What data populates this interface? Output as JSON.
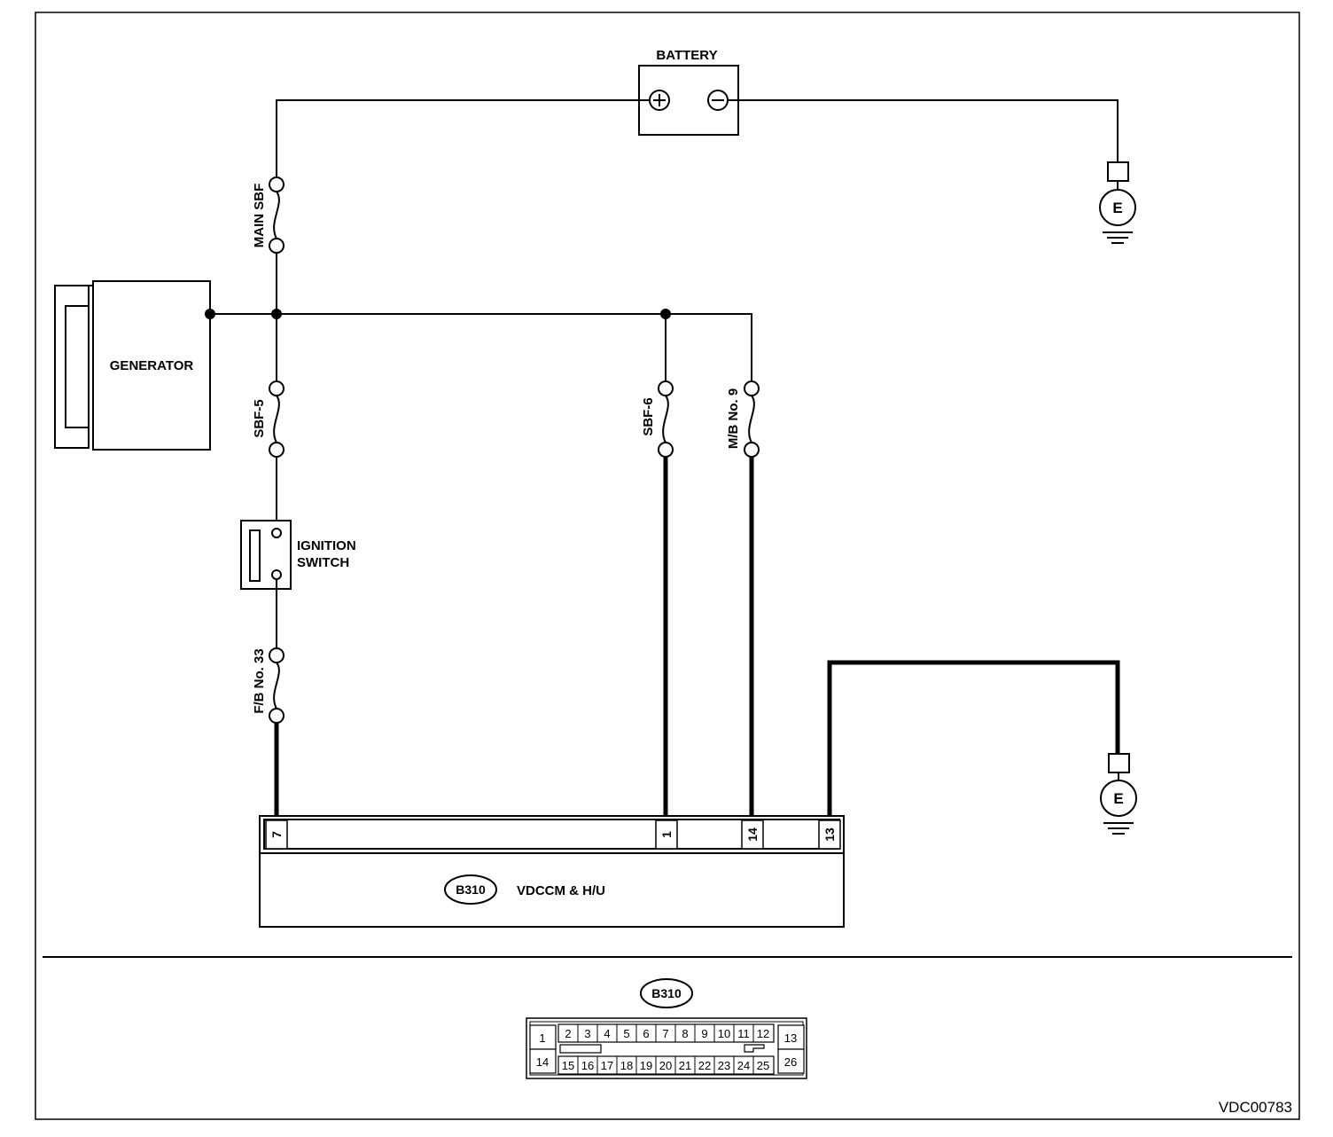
{
  "components": {
    "battery": "BATTERY",
    "generator": "GENERATOR",
    "ignition_switch_line1": "IGNITION",
    "ignition_switch_line2": "SWITCH",
    "control_unit": "VDCCM & H/U",
    "connector_id": "B310",
    "ground": "E"
  },
  "fuses": {
    "main": "MAIN SBF",
    "sbf5": "SBF-5",
    "sbf6": "SBF-6",
    "mb9": "M/B No. 9",
    "fb33": "F/B No. 33"
  },
  "unit_pins": [
    "7",
    "1",
    "14",
    "13"
  ],
  "connector_face": {
    "id": "B310",
    "top_row": [
      "1",
      "2",
      "3",
      "4",
      "5",
      "6",
      "7",
      "8",
      "9",
      "10",
      "11",
      "12",
      "13"
    ],
    "bottom_row": [
      "14",
      "15",
      "16",
      "17",
      "18",
      "19",
      "20",
      "21",
      "22",
      "23",
      "24",
      "25",
      "26"
    ]
  },
  "code": "VDC00783"
}
